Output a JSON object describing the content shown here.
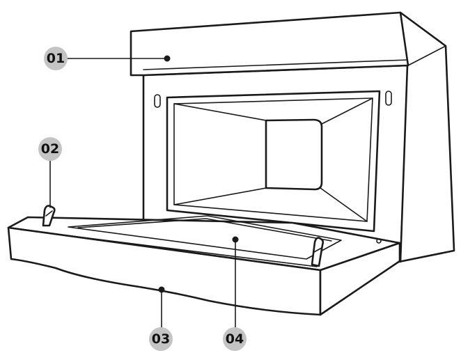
{
  "callouts": [
    {
      "id": "c1",
      "label": "01"
    },
    {
      "id": "c2",
      "label": "02"
    },
    {
      "id": "c3",
      "label": "03"
    },
    {
      "id": "c4",
      "label": "04"
    }
  ],
  "colors": {
    "outline": "#1a1a1a",
    "badge_fill": "#c4c4c4",
    "background": "#ffffff"
  }
}
